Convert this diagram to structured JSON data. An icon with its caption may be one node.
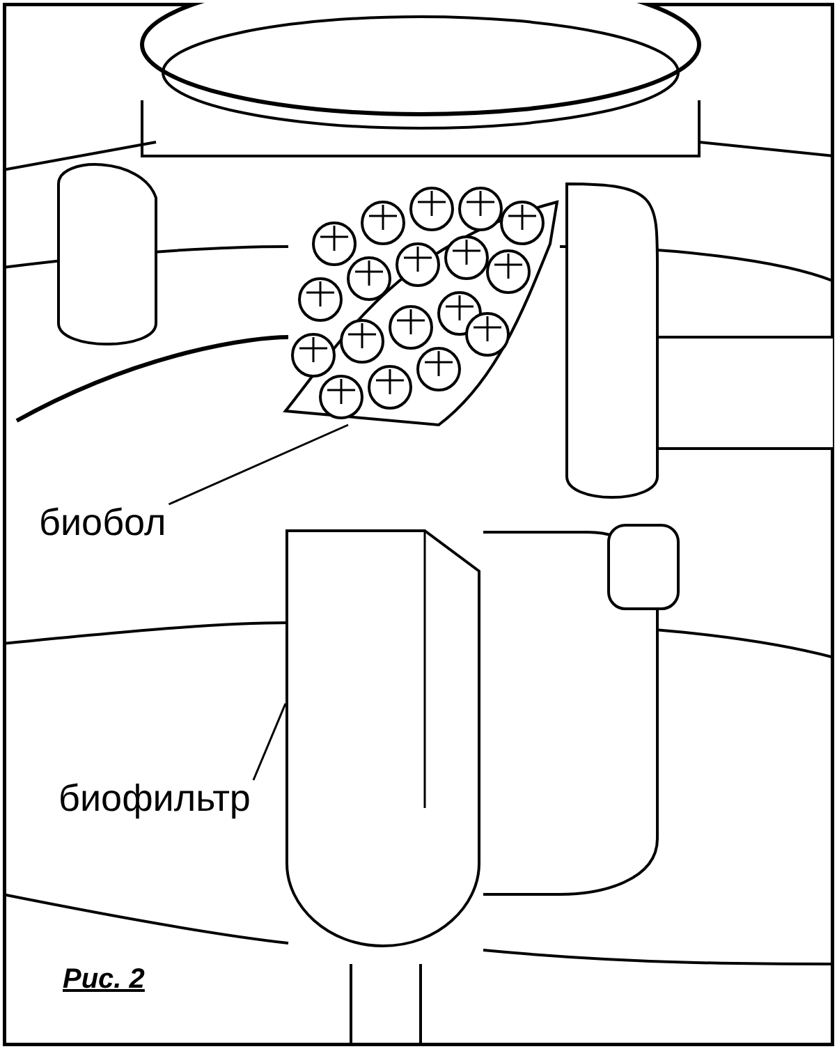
{
  "diagram": {
    "caption": "Рис. 2",
    "nodes": [
      {
        "text": [
          "биобол"
        ]
      },
      {
        "text": [
          "биофильтр"
        ]
      },
      {
        "text": [],
        "shape": "picture"
      },
      {
        "text": [],
        "shape": "picture"
      }
    ],
    "edges": [
      {
        "from": 0,
        "to": 2,
        "arrow": "none"
      },
      {
        "from": 1,
        "to": 3,
        "arrow": "none"
      }
    ]
  }
}
